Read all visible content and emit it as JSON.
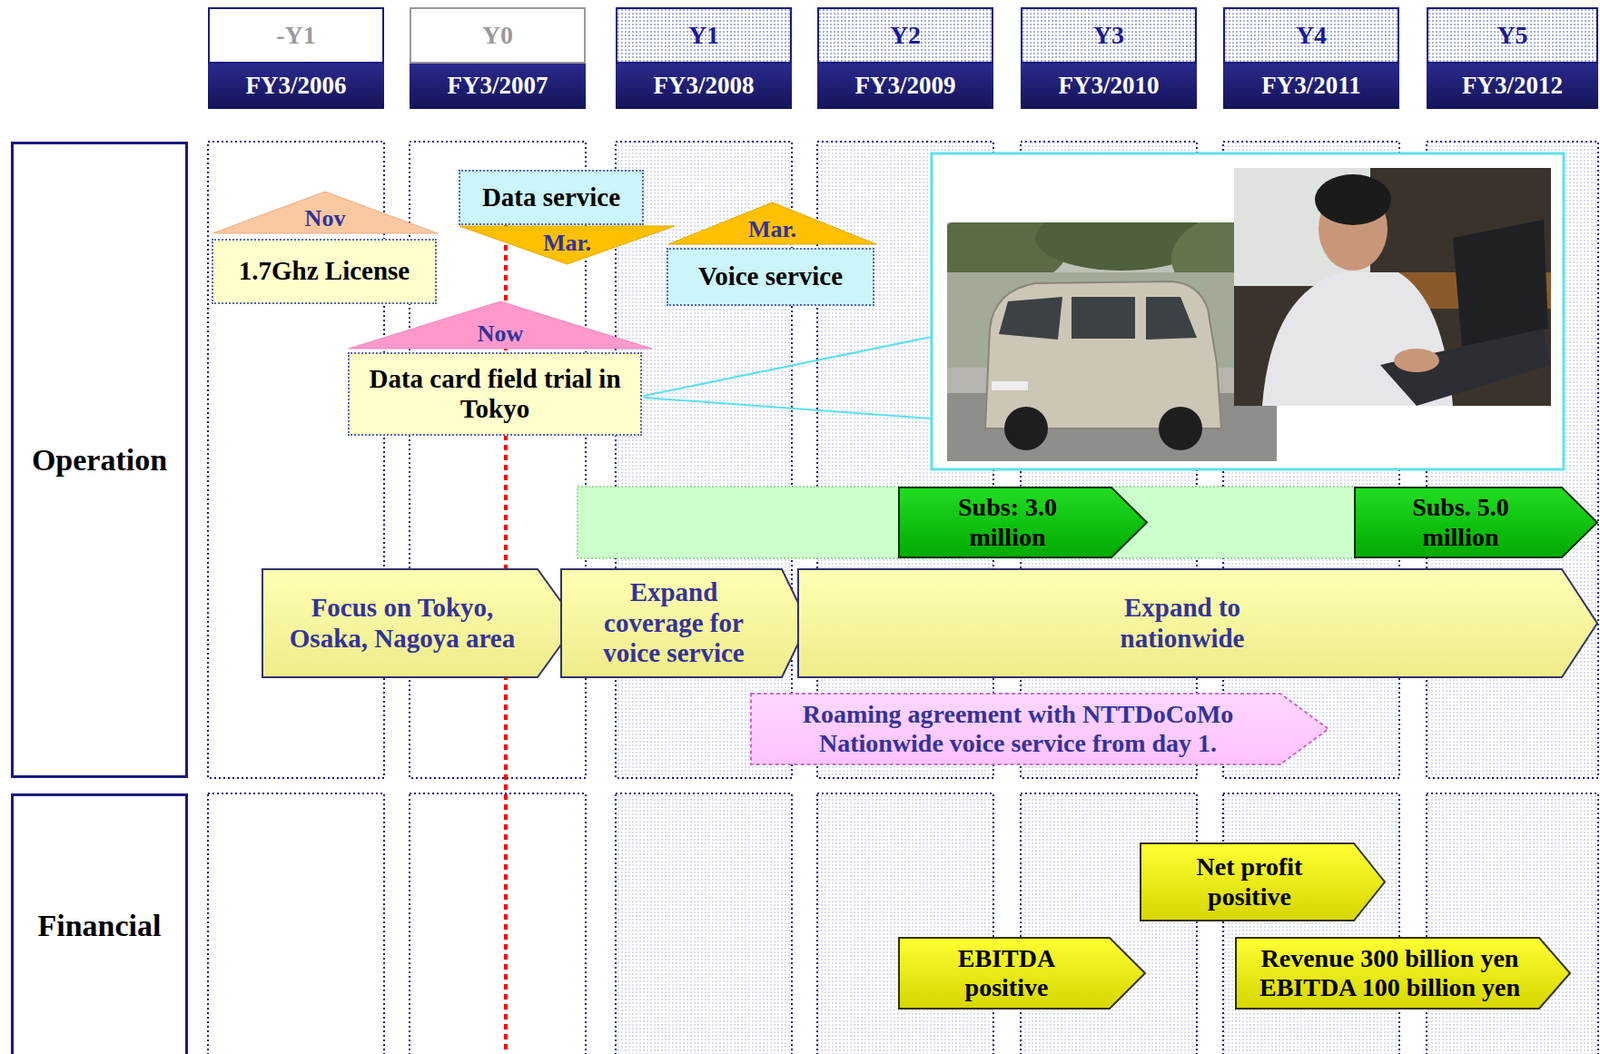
{
  "diagram": {
    "nodes": [
      {
        "text": [
          "-Y1",
          "FY3/2006"
        ]
      },
      {
        "text": [
          "Y0",
          "FY3/2007"
        ]
      },
      {
        "text": [
          "Y1",
          "FY3/2008"
        ]
      },
      {
        "text": [
          "Y2",
          "FY3/2009"
        ]
      },
      {
        "text": [
          "Y3",
          "FY3/2010"
        ]
      },
      {
        "text": [
          "Y4",
          "FY3/2011"
        ]
      },
      {
        "text": [
          "Y5",
          "FY3/2012"
        ]
      },
      {
        "text": [
          "Operation"
        ]
      },
      {
        "text": [
          "Nov"
        ]
      },
      {
        "text": [
          "1.7Ghz License"
        ]
      },
      {
        "text": [
          "Data service"
        ]
      },
      {
        "text": [
          "Mar."
        ]
      },
      {
        "text": [
          "Mar."
        ]
      },
      {
        "text": [
          "Voice service"
        ]
      },
      {
        "text": [
          "Now"
        ]
      },
      {
        "text": [
          "Data card field trial in Tokyo"
        ]
      },
      {
        "text": [
          "Subs: 3.0 million"
        ]
      },
      {
        "text": [
          "Subs. 5.0 million"
        ]
      },
      {
        "text": [
          "Focus on Tokyo, Osaka, Nagoya area"
        ]
      },
      {
        "text": [
          "Expand coverage for voice service"
        ]
      },
      {
        "text": [
          "Expand to nationwide"
        ]
      },
      {
        "text": [
          "Roaming agreement with NTTDoCoMo",
          "Nationwide voice service from day 1."
        ]
      },
      {
        "text": [
          "Financial"
        ]
      },
      {
        "text": [
          "Net profit positive"
        ]
      },
      {
        "text": [
          "EBITDA positive"
        ]
      },
      {
        "text": [
          "Revenue 300 billion yen",
          "EBITDA 100 billion yen"
        ]
      }
    ]
  }
}
